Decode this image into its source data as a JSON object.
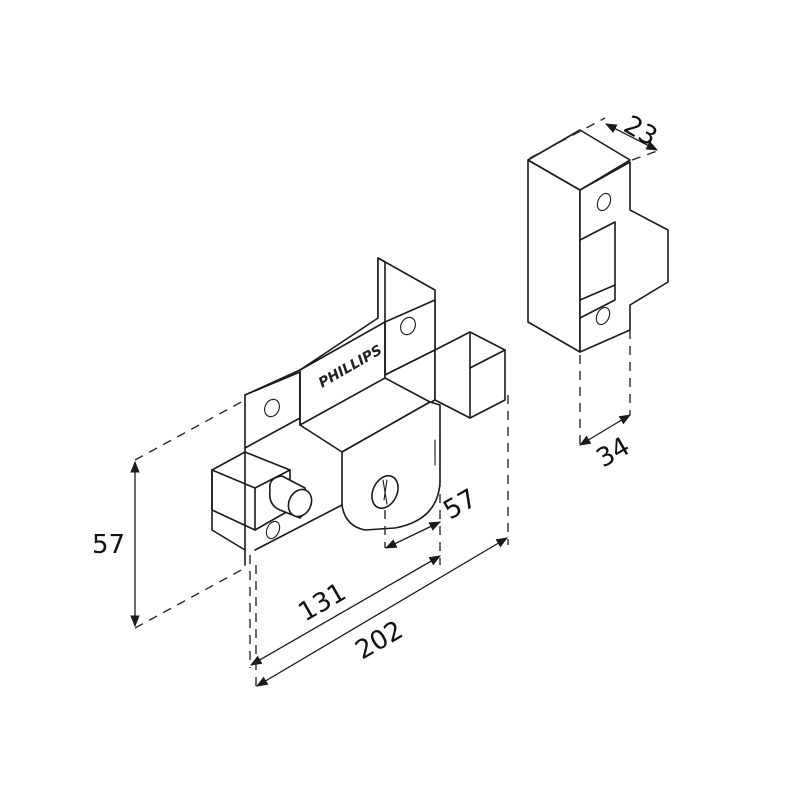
{
  "drawing": {
    "subject": "Rim lock with keeper (strike plate)",
    "brand_label": "PHILLIPS",
    "line_color": "#1a1a1a",
    "background": "#ffffff"
  },
  "dimensions": {
    "keeper_depth": "23",
    "keeper_width": "34",
    "lock_height": "57",
    "bolt_projection": "57",
    "body_length": "131",
    "overall_length": "202"
  }
}
